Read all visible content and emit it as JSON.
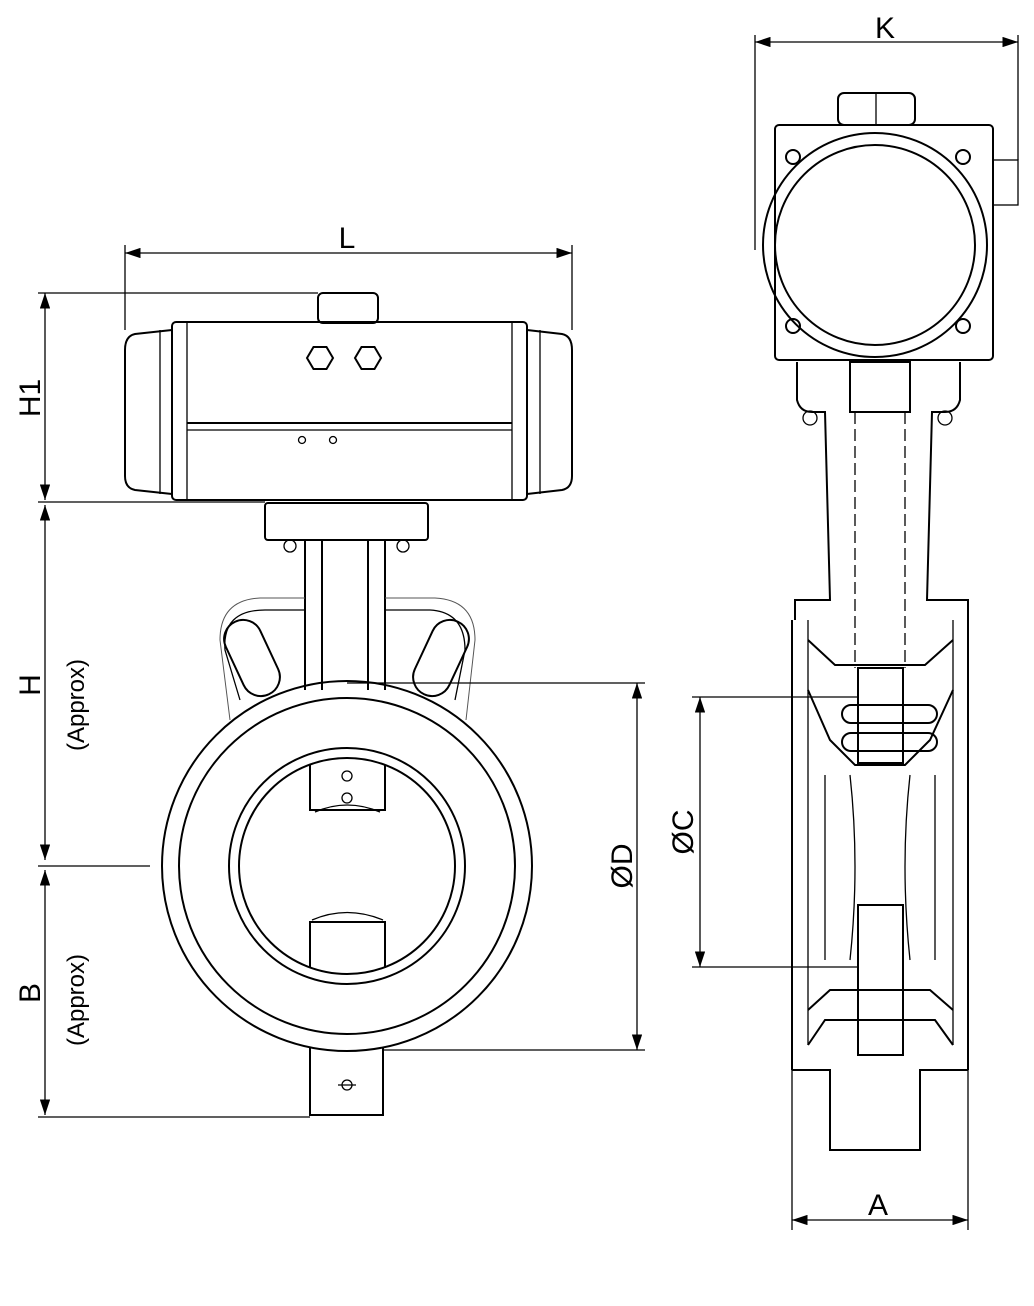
{
  "drawing": {
    "front_view": {
      "dim_L": "L",
      "dim_H1": "H1",
      "dim_H": "H",
      "dim_H_note": "(Approx)",
      "dim_B": "B",
      "dim_B_note": "(Approx)",
      "dim_D": "ØD"
    },
    "side_view": {
      "dim_K": "K",
      "dim_C": "ØC",
      "dim_A": "A"
    }
  }
}
